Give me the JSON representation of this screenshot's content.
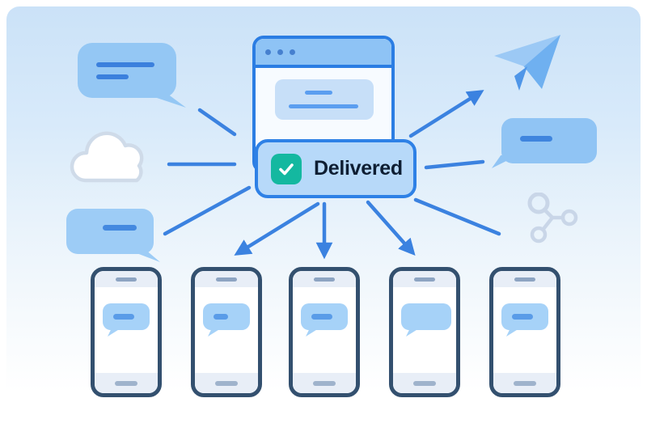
{
  "illustration": {
    "title": "Message delivered to multiple devices",
    "badge": {
      "label": "Delivered",
      "icon": "check-icon",
      "background": "#b7d9f9",
      "border": "#2e81e6",
      "check_background": "#14b8a0",
      "text_color": "#0e1e33"
    },
    "browser": {
      "name": "browser-window",
      "toolbar_dots": 3,
      "bar_color": "#8ec3f5",
      "border_color": "#2b7de3",
      "content_card_color": "#c7dff8"
    },
    "decorations": [
      {
        "name": "chat-bubble-top-left",
        "icon": "chat-bubble",
        "text_lines": 2,
        "fill": "#94c7f4"
      },
      {
        "name": "cloud",
        "icon": "cloud-icon",
        "stroke": "#cfdbe9"
      },
      {
        "name": "chat-bubble-bottom-left",
        "icon": "chat-bubble",
        "text_lines": 1,
        "fill": "#9dccf6"
      },
      {
        "name": "paper-plane",
        "icon": "paper-plane-icon",
        "fill": "#6fb0f0"
      },
      {
        "name": "chat-bubble-right",
        "icon": "chat-bubble",
        "text_lines": 1,
        "fill": "#90c4f4"
      },
      {
        "name": "share-nodes",
        "icon": "share-nodes-icon",
        "stroke": "#c9d6e8"
      }
    ],
    "arrows": {
      "color": "#3b82e0",
      "with_arrowhead": [
        "to-paper-plane",
        "to-phone-2",
        "to-phone-3",
        "to-phone-4"
      ],
      "plain_lines": [
        "to-bubble-top-left",
        "to-cloud",
        "to-bubble-bottom-left",
        "to-share-icon",
        "to-bubble-right"
      ]
    },
    "phones": [
      {
        "name": "phone-1",
        "icon": "smartphone",
        "bubble": "with-line"
      },
      {
        "name": "phone-2",
        "icon": "smartphone",
        "bubble": "with-line"
      },
      {
        "name": "phone-3",
        "icon": "smartphone",
        "bubble": "with-line"
      },
      {
        "name": "phone-4",
        "icon": "smartphone",
        "bubble": "empty"
      },
      {
        "name": "phone-5",
        "icon": "smartphone",
        "bubble": "with-line"
      }
    ],
    "colors": {
      "background_top": "#cbe2f8",
      "background_bottom": "#ffffff",
      "accent_blue": "#3b82e0",
      "phone_frame": "#33506f",
      "phone_bubble": "#a6d2f8",
      "check_green": "#14b8a0"
    }
  }
}
